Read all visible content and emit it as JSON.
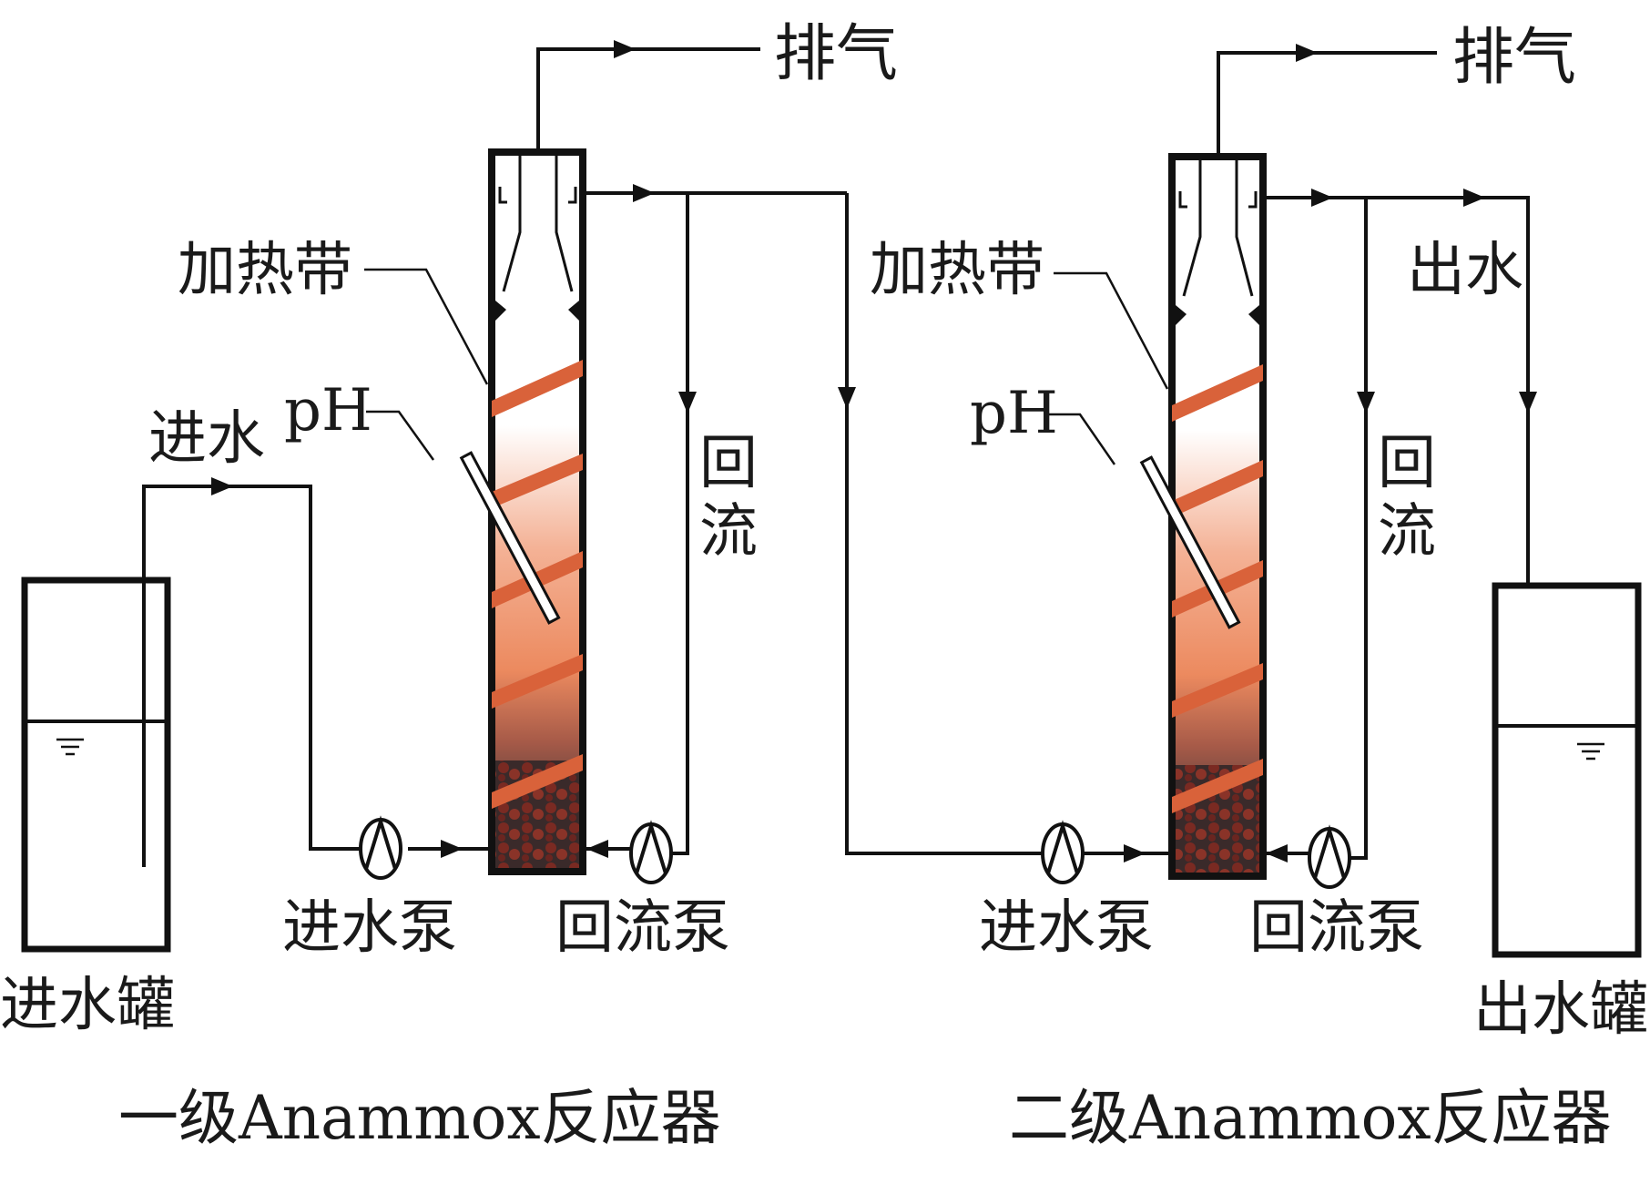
{
  "labels": {
    "exhaust": "排气",
    "heating_band": "加热带",
    "ph": "pH",
    "influent": "进水",
    "reflux": "回流",
    "effluent": "出水",
    "feed_pump": "进水泵",
    "reflux_pump": "回流泵",
    "influent_tank": "进水罐",
    "effluent_tank": "出水罐"
  },
  "captions": {
    "reactor1": "一级Anammox反应器",
    "reactor2": "二级Anammox反应器"
  },
  "colors": {
    "band": "#d9623a",
    "gradient_top": "#ffffff",
    "gradient_mid": "#ee8a5e",
    "gradient_bottom": "#2a2a2a",
    "sludge": "#7a2a22"
  }
}
